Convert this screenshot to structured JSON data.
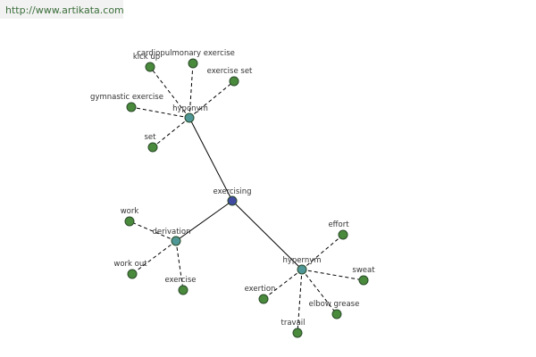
{
  "header": {
    "url": "http://www.artikata.com"
  },
  "colors": {
    "root_node": "#404aa0",
    "relation_node": "#4f9797",
    "leaf_node": "#4a8a3c",
    "node_stroke": "#2a4a2a",
    "edge": "#000000",
    "header_bg": "#f2f2f2",
    "header_text": "#3b6e3b"
  },
  "graph": {
    "root": {
      "id": "exercising",
      "label": "exercising"
    },
    "relations": [
      {
        "id": "hyponym",
        "label": "hyponym",
        "children": [
          {
            "id": "kick-up",
            "label": "kick up"
          },
          {
            "id": "cardiopulmonary-exercise",
            "label": "cardiopulmonary exercise"
          },
          {
            "id": "exercise-set",
            "label": "exercise set"
          },
          {
            "id": "gymnastic-exercise",
            "label": "gymnastic exercise"
          },
          {
            "id": "set",
            "label": "set"
          }
        ]
      },
      {
        "id": "derivation",
        "label": "derivation",
        "children": [
          {
            "id": "work",
            "label": "work"
          },
          {
            "id": "work-out",
            "label": "work out"
          },
          {
            "id": "exercise",
            "label": "exercise"
          }
        ]
      },
      {
        "id": "hypernym",
        "label": "hypernym",
        "children": [
          {
            "id": "effort",
            "label": "effort"
          },
          {
            "id": "sweat",
            "label": "sweat"
          },
          {
            "id": "elbow-grease",
            "label": "elbow grease"
          },
          {
            "id": "travail",
            "label": "travail"
          },
          {
            "id": "exertion",
            "label": "exertion"
          }
        ]
      }
    ]
  }
}
